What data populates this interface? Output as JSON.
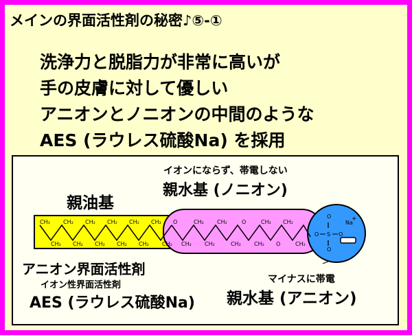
{
  "title": "メインの界面活性剤の秘密♪⑤-①",
  "description_lines": [
    "洗浄力と脱脂力が非常に高いが",
    "手の皮膚に対して優しい",
    "アニオンとノニオンの中間のような",
    "AES (ラウレス硫酸Na) を採用"
  ],
  "diagram": {
    "lipophilic_label": "親油基",
    "nonionic_note": "イオンにならず、帯電しない",
    "nonionic_label": "親水基 (ノニオン)",
    "anionic_note": "マイナスに帯電",
    "anionic_label": "親水基 (アニオン)",
    "surfactant_name": "アニオン界面活性剤",
    "surfactant_sub": "イオン性界面活性剤",
    "surfactant_full": "AES (ラウレス硫酸Na)",
    "sulfate_text": "O—S—O",
    "sodium_text": "Na",
    "colors": {
      "frame": "#ff00ff",
      "background": "#ffffcc",
      "lipophilic": "#ffff00",
      "nonionic": "#ff99ff",
      "anionic": "#3399ff"
    }
  }
}
